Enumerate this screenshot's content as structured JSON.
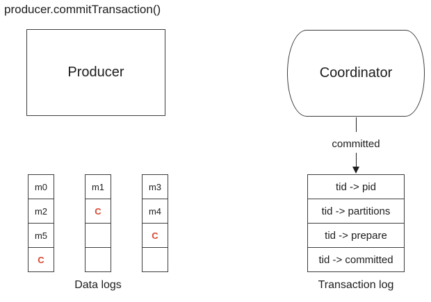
{
  "title": {
    "text": "producer.commitTransaction()"
  },
  "producer": {
    "label": "Producer"
  },
  "coordinator": {
    "label": "Coordinator"
  },
  "connector": {
    "label": "committed"
  },
  "data_logs": {
    "caption": "Data logs",
    "commit_marker": "C",
    "columns": [
      {
        "cells": [
          "m0",
          "m2",
          "m5",
          "C"
        ]
      },
      {
        "cells": [
          "m1",
          "C",
          "",
          ""
        ]
      },
      {
        "cells": [
          "m3",
          "m4",
          "C",
          ""
        ]
      }
    ]
  },
  "transaction_log": {
    "caption": "Transaction log",
    "rows": [
      "tid -> pid",
      "tid -> partitions",
      "tid -> prepare",
      "tid -> committed"
    ]
  },
  "colors": {
    "commit_marker": "#d9452f",
    "line": "#1f1f1f",
    "border": "#3c3c3c"
  }
}
